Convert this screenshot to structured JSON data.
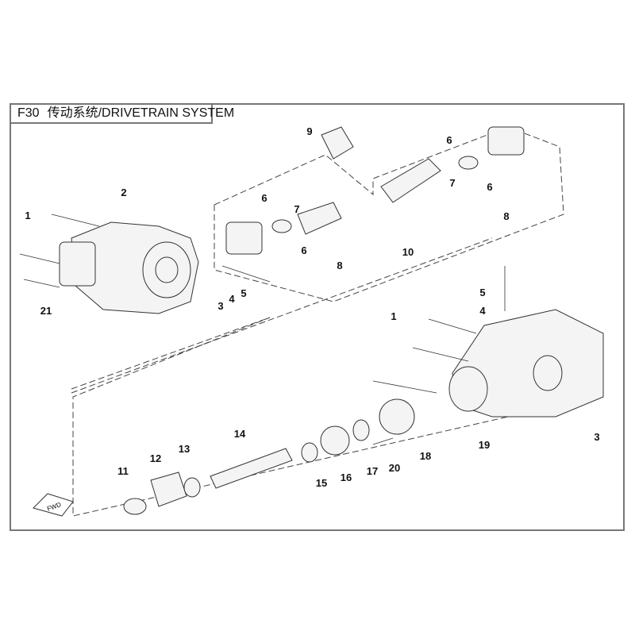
{
  "header": {
    "code": "F30",
    "title": "传动系统/DRIVETRAIN SYSTEM"
  },
  "fwd_label": "FWD",
  "callouts": [
    "9",
    "6",
    "7",
    "6",
    "8",
    "10",
    "6",
    "7",
    "6",
    "8",
    "2",
    "1",
    "21",
    "4",
    "5",
    "3",
    "5",
    "4",
    "1",
    "19",
    "3",
    "14",
    "11",
    "12",
    "13",
    "15",
    "16",
    "17",
    "20",
    "18"
  ]
}
